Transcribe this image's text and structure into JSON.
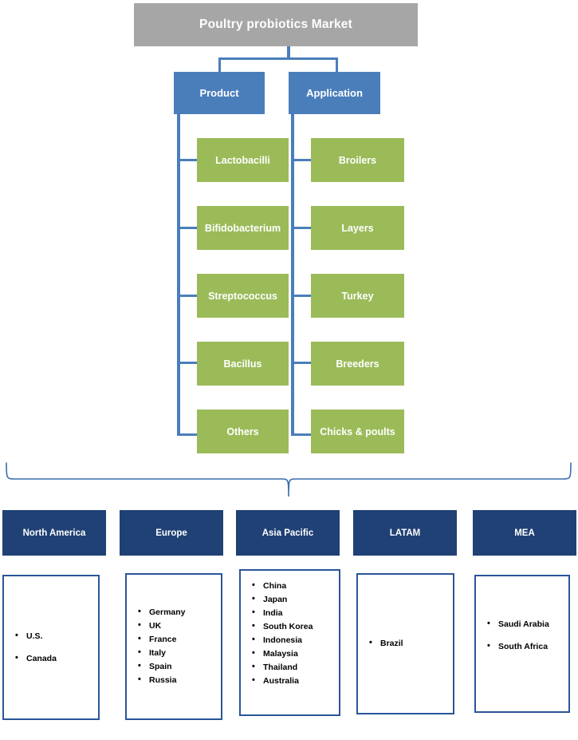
{
  "title": {
    "label": "Poultry probiotics Market"
  },
  "segments": [
    {
      "id": "product",
      "label": "Product",
      "items": [
        {
          "label": "Lactobacilli"
        },
        {
          "label": "Bifidobacterium"
        },
        {
          "label": "Streptococcus"
        },
        {
          "label": "Bacillus"
        },
        {
          "label": "Others"
        }
      ]
    },
    {
      "id": "application",
      "label": "Application",
      "items": [
        {
          "label": "Broilers"
        },
        {
          "label": "Layers"
        },
        {
          "label": "Turkey"
        },
        {
          "label": "Breeders"
        },
        {
          "label": "Chicks & poults"
        }
      ]
    }
  ],
  "regions": [
    {
      "id": "north-america",
      "label": "North America",
      "countries": [
        "U.S.",
        "Canada"
      ]
    },
    {
      "id": "europe",
      "label": "Europe",
      "countries": [
        "Germany",
        "UK",
        "France",
        "Italy",
        "Spain",
        "Russia"
      ]
    },
    {
      "id": "asia-pacific",
      "label": "Asia Pacific",
      "countries": [
        "China",
        "Japan",
        "India",
        "South Korea",
        "Indonesia",
        "Malaysia",
        "Thailand",
        "Australia"
      ]
    },
    {
      "id": "latam",
      "label": "LATAM",
      "countries": [
        "Brazil"
      ]
    },
    {
      "id": "mea",
      "label": "MEA",
      "countries": [
        "Saudi Arabia",
        "South Africa"
      ]
    }
  ],
  "colors": {
    "title_bg": "#a6a6a6",
    "level1_bg": "#4a7ebb",
    "leaf_bg": "#9bbb59",
    "region_header_bg": "#1f4175",
    "region_border": "#2a5699",
    "connector": "#4a7ebb",
    "bracket": "#3b6fae"
  }
}
